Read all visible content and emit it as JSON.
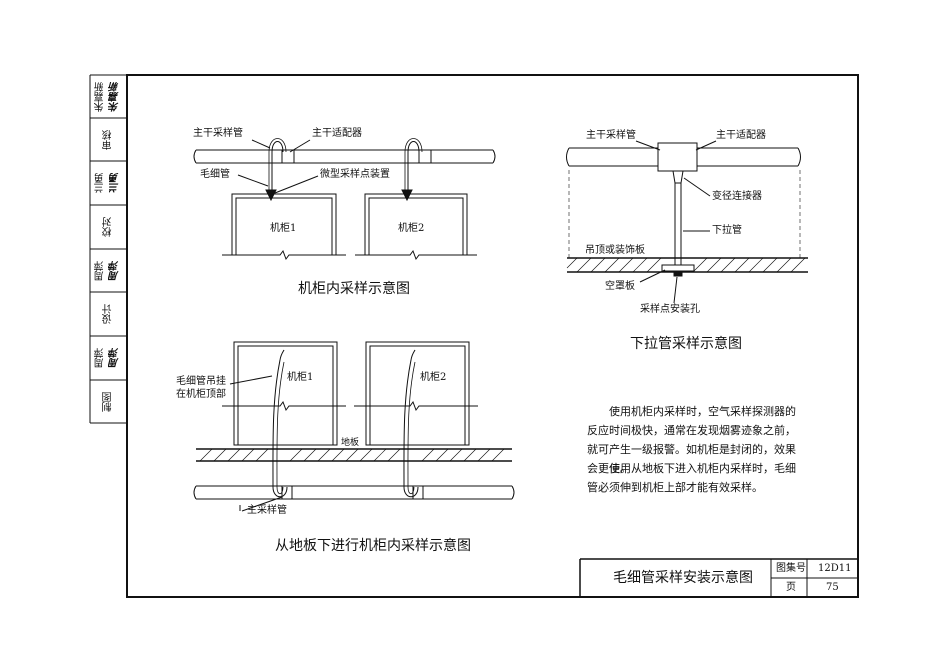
{
  "sidebar": {
    "cells": [
      {
        "label": "朱嘉新",
        "signature": "朱嘉新"
      },
      {
        "label": "审核",
        "signature": ""
      },
      {
        "label": "兰勇",
        "signature": "兰勇"
      },
      {
        "label": "校对",
        "signature": ""
      },
      {
        "label": "周萍",
        "signature": "周萍"
      },
      {
        "label": "设计",
        "signature": ""
      },
      {
        "label": "周萍",
        "signature": "周萍"
      },
      {
        "label": "制图",
        "signature": ""
      }
    ]
  },
  "fig1": {
    "main_pipe": "主干采样管",
    "adapter": "主干适配器",
    "capillary": "毛细管",
    "micro_point": "微型采样点装置",
    "cabinet1": "机柜1",
    "cabinet2": "机柜2",
    "caption": "机柜内采样示意图"
  },
  "fig2": {
    "main_pipe": "主干采样管",
    "adapter": "主干适配器",
    "reducer": "变径连接器",
    "drop_pipe": "下拉管",
    "ceiling": "吊顶或装饰板",
    "blank_plate": "空罩板",
    "hole": "采样点安装孔",
    "caption": "下拉管采样示意图"
  },
  "fig3": {
    "hang_line1": "毛细管吊挂",
    "hang_line2": "在机柜顶部",
    "cabinet1": "机柜1",
    "cabinet2": "机柜2",
    "floor": "地板",
    "main_pipe": "主采样管",
    "caption": "从地板下进行机柜内采样示意图"
  },
  "notes": {
    "p1": "使用机柜内采样时，空气采样探测器的反应时间极快，通常在发现烟雾迹象之前，就可产生一级报警。如机柜是封闭的，效果会更佳。",
    "p2": "使用从地板下进入机柜内采样时，毛细管必须伸到机柜上部才能有效采样。"
  },
  "title_block": {
    "title": "毛细管采样安装示意图",
    "atlas_label": "图集号",
    "atlas_no": "12D11",
    "page_label": "页",
    "page_no": "75"
  }
}
